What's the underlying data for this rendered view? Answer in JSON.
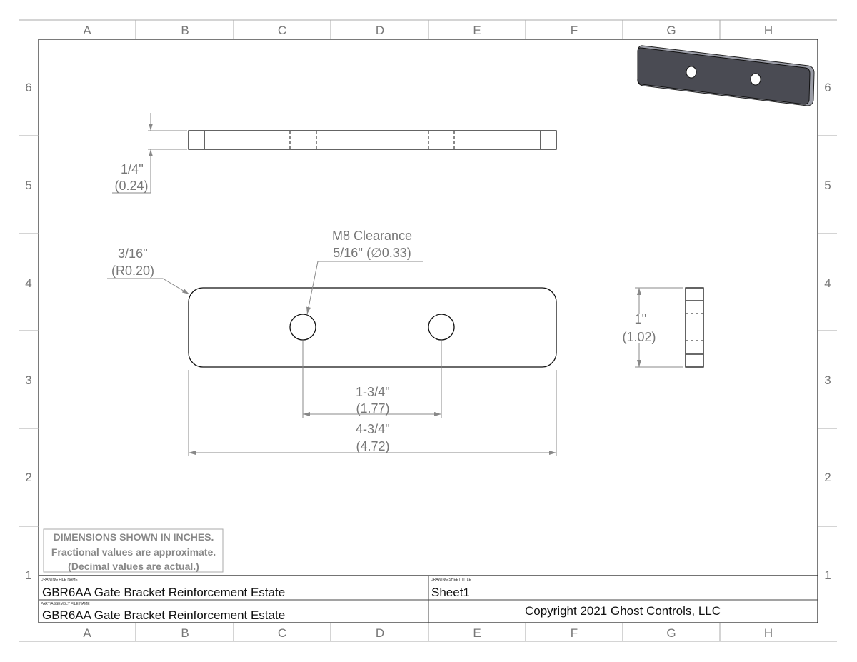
{
  "zones": {
    "columns": [
      "A",
      "B",
      "C",
      "D",
      "E",
      "F",
      "G",
      "H"
    ],
    "rows": [
      "6",
      "5",
      "4",
      "3",
      "2",
      "1"
    ]
  },
  "dimensions": {
    "thickness": {
      "fraction": "1/4''",
      "decimal": "(0.24)"
    },
    "radius": {
      "fraction": "3/16''",
      "decimal": "(R0.20)"
    },
    "hole": {
      "label": "M8 Clearance",
      "size": "5/16'' (∅0.33)"
    },
    "hole_spacing": {
      "fraction": "1-3/4''",
      "decimal": "(1.77)"
    },
    "length": {
      "fraction": "4-3/4''",
      "decimal": "(4.72)"
    },
    "width": {
      "fraction": "1''",
      "decimal": "(1.02)"
    }
  },
  "notes": {
    "line1": "DIMENSIONS SHOWN IN INCHES.",
    "line2": "Fractional values are approximate.",
    "line3": "(Decimal values are actual.)"
  },
  "title_block": {
    "drawing_file_label": "DRAWING FILE NAME",
    "drawing_file": "GBR6AA Gate Bracket Reinforcement Estate",
    "part_file_label": "PART/ASSEMBLY FILE NAME",
    "part_file": "GBR6AA Gate Bracket Reinforcement Estate",
    "sheet_title_label": "DRAWING SHEET  TITLE",
    "sheet_title": "Sheet1",
    "copyright": "Copyright 2021 Ghost Controls, LLC"
  },
  "colors": {
    "part_shade": "#4a4b53",
    "dimension": "#777777"
  }
}
